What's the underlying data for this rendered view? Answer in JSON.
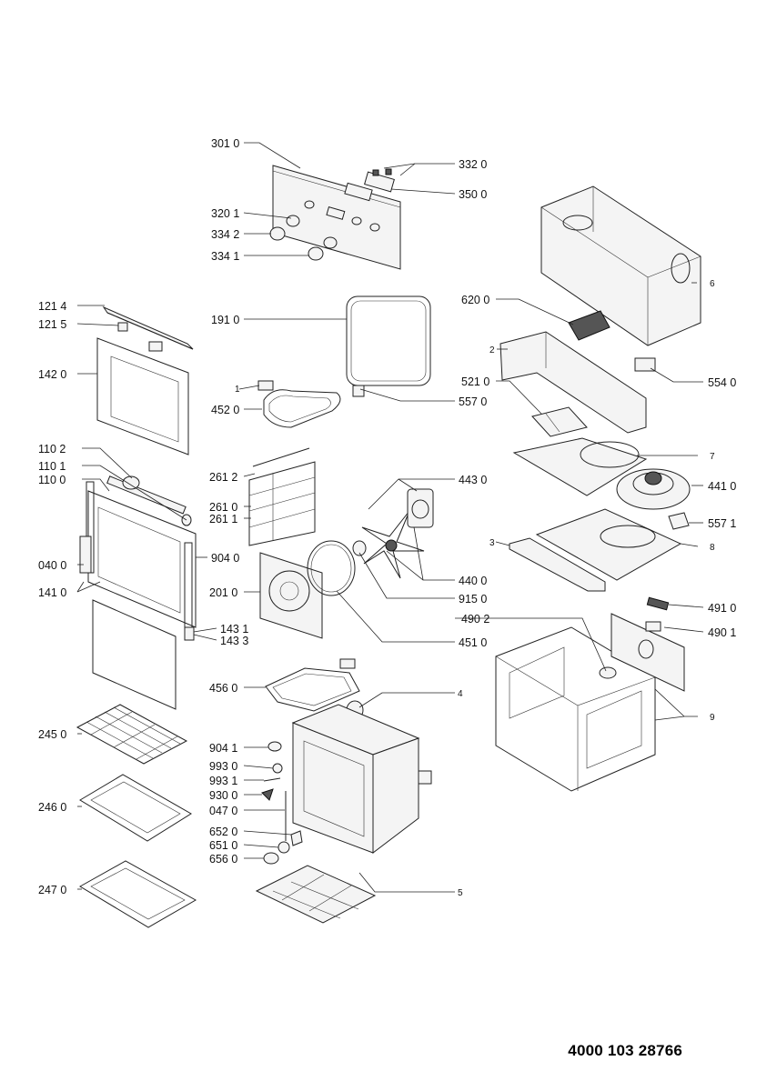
{
  "document_number": "4000 103 28766",
  "labels": {
    "p3010": "301 0",
    "p3320": "332 0",
    "p3500": "350 0",
    "p3201": "320 1",
    "p3342": "334 2",
    "p3341": "334 1",
    "p1214": "121 4",
    "p1215": "121 5",
    "p1420": "142 0",
    "p1910": "191 0",
    "p6200": "620 0",
    "p1": "1",
    "p4520": "452 0",
    "p5570": "557 0",
    "p5210": "521 0",
    "p5540": "554 0",
    "p2": "2",
    "p6": "6",
    "p7": "7",
    "p1102": "110 2",
    "p1101": "110 1",
    "p1100": "110 0",
    "p2612": "261 2",
    "p2610": "261 0",
    "p2611": "261 1",
    "p4430": "443 0",
    "p4410": "441 0",
    "p5571": "557 1",
    "p0400": "040 0",
    "p9040": "904 0",
    "p3": "3",
    "p8": "8",
    "p1410": "141 0",
    "p2010": "201 0",
    "p4400": "440 0",
    "p9150": "915 0",
    "p4910": "491 0",
    "p1431": "143 1",
    "p1433": "143 3",
    "p4902": "490 2",
    "p4901": "490 1",
    "p4510": "451 0",
    "p4560": "456 0",
    "p4": "4",
    "p9": "9",
    "p2450": "245 0",
    "p9041": "904 1",
    "p9930": "993 0",
    "p9931": "993 1",
    "p9300": "930 0",
    "p0470": "047 0",
    "p2460": "246 0",
    "p6520": "652 0",
    "p6510": "651 0",
    "p6560": "656 0",
    "p2470": "247 0",
    "p5": "5"
  }
}
